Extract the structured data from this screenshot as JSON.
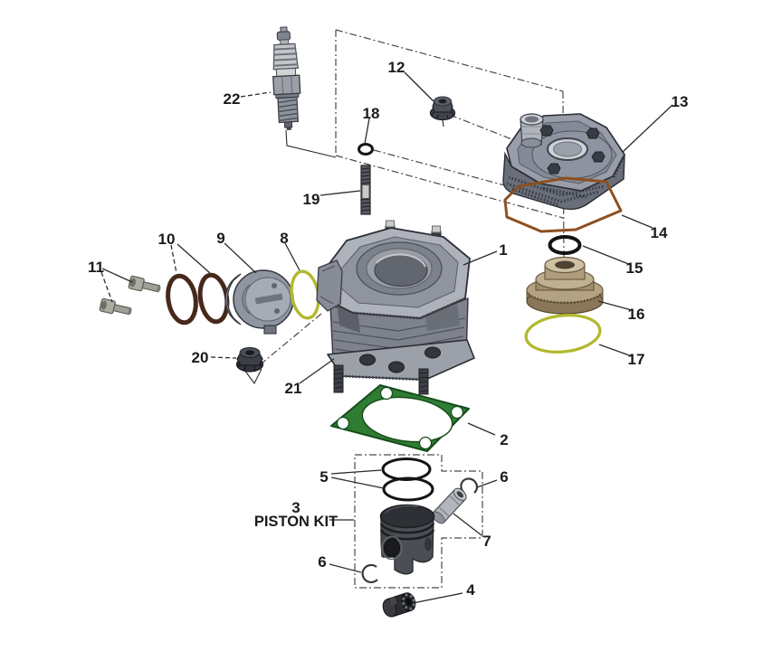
{
  "callouts": {
    "c1": "1",
    "c2": "2",
    "c3": "3",
    "c4": "4",
    "c5": "5",
    "c6a": "6",
    "c6b": "6",
    "c7": "7",
    "c8": "8",
    "c9": "9",
    "c10": "10",
    "c11": "11",
    "c12": "12",
    "c13": "13",
    "c14": "14",
    "c15": "15",
    "c16": "16",
    "c17": "17",
    "c18": "18",
    "c19": "19",
    "c20": "20",
    "c21": "21",
    "c22": "22"
  },
  "labels": {
    "piston_kit": "PISTON KIT"
  },
  "colors": {
    "background": "#ffffff",
    "line": "#2b2b2b",
    "metal_light": "#b2b6bf",
    "metal_mid": "#8d929d",
    "metal_dark": "#5d626c",
    "stud_dark": "#3c3f45",
    "gasket_green": "#2e7d33",
    "oring_yellow": "#b2b82c",
    "oring_dark_brown": "#46291b",
    "oring_copper": "#8e4f20",
    "oring_black": "#141414",
    "insert_tan_light": "#cfc1a4",
    "insert_tan": "#a99672",
    "insert_tan_dark": "#6f5f42",
    "piston_dark": "#2e3036",
    "piston_mid": "#4b4e55"
  }
}
